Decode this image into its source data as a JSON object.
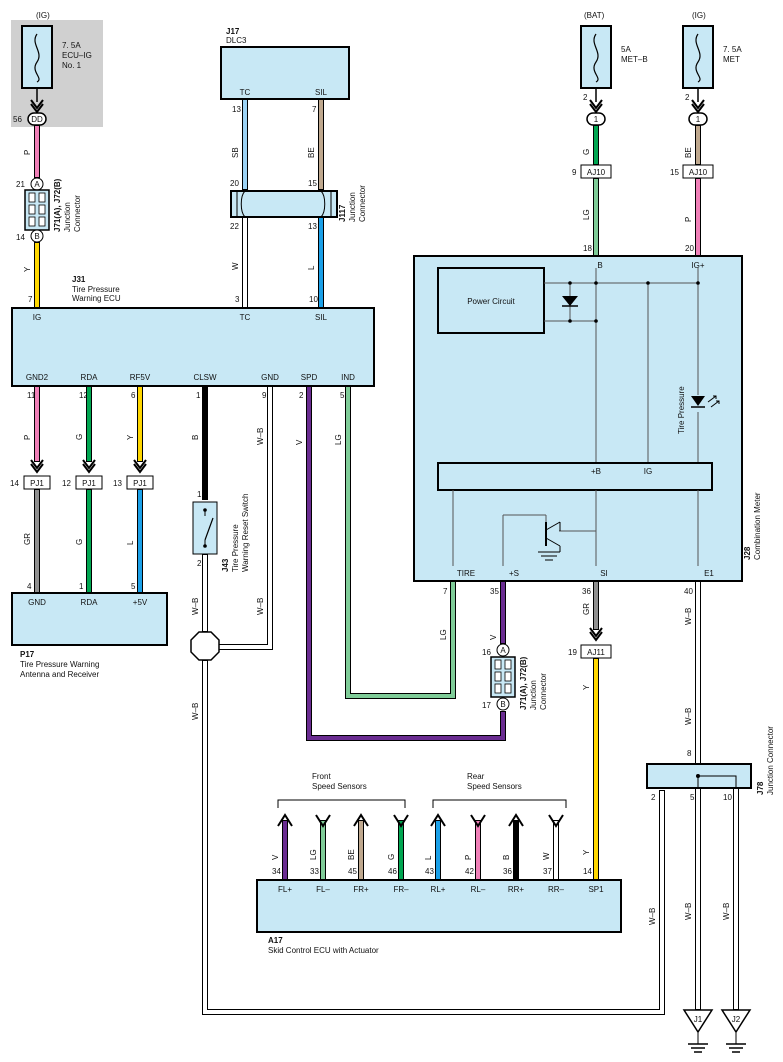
{
  "fuses": {
    "ig1": {
      "source": "(IG)",
      "rating": "7. 5A",
      "name1": "ECU–IG",
      "name2": "No. 1",
      "pin": "56",
      "conn": "DD"
    },
    "bat": {
      "source": "(BAT)",
      "rating": "5A",
      "name1": "MET–B",
      "pin": "2",
      "conn": "1"
    },
    "ig2": {
      "source": "(IG)",
      "rating": "7. 5A",
      "name1": "MET",
      "pin": "2",
      "conn": "1"
    }
  },
  "j17": {
    "id": "J17",
    "name": "DLC3",
    "tc": "TC",
    "sil": "SIL",
    "pin_tc": "13",
    "pin_sil": "7"
  },
  "j117": {
    "id": "J117",
    "name1": "Junction",
    "name2": "Connector",
    "p20": "20",
    "p15": "15",
    "p22": "22",
    "p13": "13"
  },
  "j71a": {
    "label1": "J71(A), J72(B)",
    "label2": "Junction",
    "label3": "Connector",
    "p21": "21",
    "a": "A",
    "p14": "14",
    "b": "B"
  },
  "j71b": {
    "label1": "J71(A), J72(B)",
    "label2": "Junction",
    "label3": "Connector",
    "p16": "16",
    "a": "A",
    "p17": "17",
    "b": "B"
  },
  "j31": {
    "id": "J31",
    "name1": "Tire Pressure",
    "name2": "Warning ECU",
    "ig": "IG",
    "tc": "TC",
    "sil": "SIL",
    "gnd2": "GND2",
    "rda": "RDA",
    "rf5v": "RF5V",
    "clsw": "CLSW",
    "gnd": "GND",
    "spd": "SPD",
    "ind": "IND",
    "p7": "7",
    "p3": "3",
    "p10": "10",
    "p11": "11",
    "p12": "12",
    "p6": "6",
    "p1": "1",
    "p9": "9",
    "p2": "2",
    "p5": "5"
  },
  "pj1": {
    "label": "PJ1",
    "p14": "14",
    "p12": "12",
    "p13": "13"
  },
  "p17": {
    "id": "P17",
    "name1": "Tire Pressure Warning",
    "name2": "Antenna and Receiver",
    "gnd": "GND",
    "rda": "RDA",
    "v5": "+5V",
    "p4": "4",
    "p1": "1",
    "p5": "5"
  },
  "j43": {
    "id": "J43",
    "name1": "Tire Pressure",
    "name2": "Warning Reset Switch",
    "p1": "1",
    "p2": "2"
  },
  "aj10a": {
    "label": "AJ10",
    "pin": "9"
  },
  "aj10b": {
    "label": "AJ10",
    "pin": "15"
  },
  "aj11": {
    "label": "AJ11",
    "pin": "19"
  },
  "j28": {
    "id": "J28",
    "name": "Combination Meter",
    "b": "B",
    "igp": "IG+",
    "p18": "18",
    "p20": "20",
    "power_circuit": "Power Circuit",
    "tire_pressure": "Tire Pressure",
    "plus_b": "+B",
    "ig": "IG",
    "tire": "TIRE",
    "plus_s": "+S",
    "si": "SI",
    "e1": "E1",
    "p7": "7",
    "p35": "35",
    "p36": "36",
    "p40": "40"
  },
  "j78": {
    "id": "J78",
    "name": "Junction Connector",
    "p8": "8",
    "p2": "2",
    "p5": "5",
    "p10": "10"
  },
  "sensors": {
    "front": "Front",
    "rear": "Rear",
    "speed": "Speed Sensors"
  },
  "a17": {
    "id": "A17",
    "name": "Skid Control ECU with Actuator",
    "pins": [
      {
        "name": "FL+",
        "num": "34",
        "color": "V"
      },
      {
        "name": "FL–",
        "num": "33",
        "color": "LG"
      },
      {
        "name": "FR+",
        "num": "45",
        "color": "BE"
      },
      {
        "name": "FR–",
        "num": "46",
        "color": "G"
      },
      {
        "name": "RL+",
        "num": "43",
        "color": "L"
      },
      {
        "name": "RL–",
        "num": "42",
        "color": "P"
      },
      {
        "name": "RR+",
        "num": "36",
        "color": "B"
      },
      {
        "name": "RR–",
        "num": "37",
        "color": "W"
      },
      {
        "name": "SP1",
        "num": "14",
        "color": "Y"
      }
    ]
  },
  "grounds": {
    "j1": "J1",
    "j2": "J2"
  },
  "wire_codes": {
    "p": "P",
    "y": "Y",
    "sb": "SB",
    "be": "BE",
    "w": "W",
    "l": "L",
    "g": "G",
    "lg": "LG",
    "b": "B",
    "wb": "W–B",
    "v": "V",
    "gr": "GR"
  },
  "colors": {
    "P": "#f080b8",
    "Y": "#ffd700",
    "SB": "#9dd3f5",
    "BE": "#bfa88e",
    "W": "#ffffff",
    "L": "#1aa0e8",
    "G": "#00a651",
    "LG": "#7fcc98",
    "B": "#111111",
    "V": "#6a2c91",
    "GR": "#909090",
    "component": "#c8e8f5",
    "fuse_area": "#d0d0d0"
  }
}
